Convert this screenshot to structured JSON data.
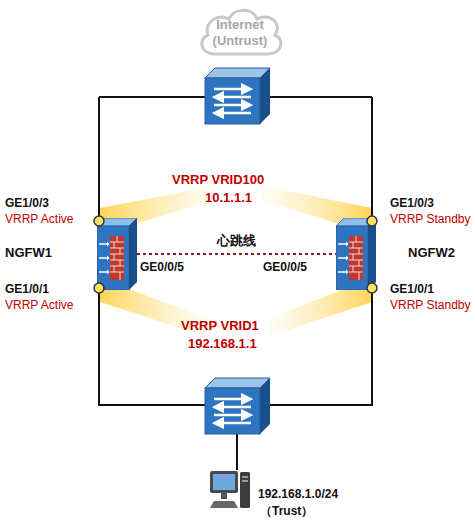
{
  "diagram": {
    "nodes": [
      {
        "text": [
          "Internet (Untrust)"
        ]
      },
      {
        "text": [
          "NGFW1"
        ]
      },
      {
        "text": [
          "NGFW2"
        ]
      },
      {
        "text": [
          "192.168.1.0/24",
          "（Trust）"
        ]
      }
    ],
    "edges": [
      {
        "from": 1,
        "to": 2,
        "arrow": "none",
        "label": "心跳线"
      }
    ],
    "labels": [
      "GE1/0/3",
      "VRRP Active",
      "GE1/0/1",
      "VRRP Active",
      "GE1/0/3",
      "VRRP Standby",
      "GE1/0/1",
      "VRRP Standby",
      "VRRP VRID100",
      "10.1.1.1",
      "GE0/0/5",
      "GE0/0/5",
      "VRRP VRID1",
      "192.168.1.1"
    ]
  }
}
